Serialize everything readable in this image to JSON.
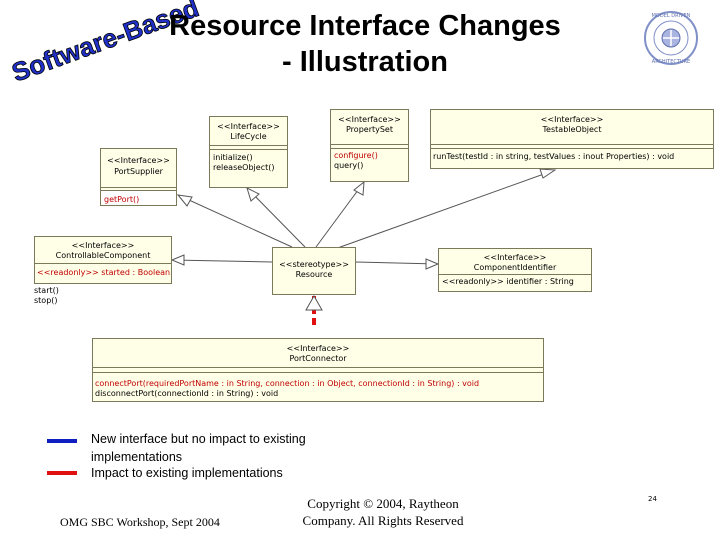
{
  "title_line1": "Resource Interface Changes",
  "title_line2": "- Illustration",
  "side_logo_text": "Software-Based",
  "seal": {
    "top": "MODEL DRIVEN",
    "bottom": "ARCHITECTURE"
  },
  "boxes": {
    "lifecycle": {
      "stereotype": "<<Interface>>",
      "name": "LifeCycle",
      "ops": [
        "initialize()",
        "releaseObject()"
      ]
    },
    "propertyset": {
      "stereotype": "<<Interface>>",
      "name": "PropertySet",
      "ops": [
        "configure()",
        "query()"
      ]
    },
    "testableobject": {
      "stereotype": "<<Interface>>",
      "name": "TestableObject",
      "ops": [
        "runTest(testId : in string, testValues : inout Properties) : void"
      ]
    },
    "portsupplier": {
      "stereotype": "<<Interface>>",
      "name": "PortSupplier",
      "ops": [
        "getPort()"
      ]
    },
    "controllable": {
      "stereotype": "<<Interface>>",
      "name": "ControllableComponent",
      "attr": "<<readonly>> started : Boolean",
      "ops": [
        "start()",
        "stop()"
      ]
    },
    "resource": {
      "stereotype": "<<stereotype>>",
      "name": "Resource"
    },
    "componentidentifier": {
      "stereotype": "<<Interface>>",
      "name": "ComponentIdentifier",
      "attr": "<<readonly>> identifier : String"
    },
    "portconnector": {
      "stereotype": "<<Interface>>",
      "name": "PortConnector",
      "ops": [
        "connectPort(requiredPortName : in String, connection : in Object, connectionId : in String) : void",
        "disconnectPort(connectionId : in String) : void"
      ]
    }
  },
  "legend": {
    "blue_color": "#1020c0",
    "red_color": "#e01010",
    "blue_label_line1": "New interface but no impact to existing",
    "blue_label_line2": "implementations",
    "red_label": "Impact to existing implementations"
  },
  "footer": {
    "left": "OMG SBC Workshop, Sept 2004",
    "copyright_line1": "Copyright © 2004, Raytheon",
    "copyright_line2": "Company. All Rights Reserved",
    "page_number": "24"
  }
}
